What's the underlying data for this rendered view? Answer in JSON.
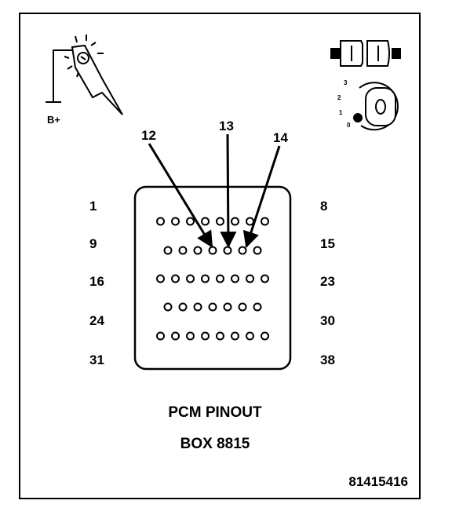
{
  "diagram": {
    "test_light_label": "B+",
    "callouts": {
      "pin12": "12",
      "pin13": "13",
      "pin14": "14"
    },
    "connector_rows": [
      {
        "left": "1",
        "right": "8",
        "pins": 8
      },
      {
        "left": "9",
        "right": "15",
        "pins": 7
      },
      {
        "left": "16",
        "right": "23",
        "pins": 8
      },
      {
        "left": "24",
        "right": "30",
        "pins": 7
      },
      {
        "left": "31",
        "right": "38",
        "pins": 8
      }
    ],
    "ignition_positions": [
      "3",
      "2",
      "1",
      "0"
    ],
    "title_line1": "PCM PINOUT",
    "title_line2": "BOX 8815",
    "figure_number": "81415416"
  },
  "colors": {
    "ink": "#000000",
    "paper": "#ffffff"
  }
}
